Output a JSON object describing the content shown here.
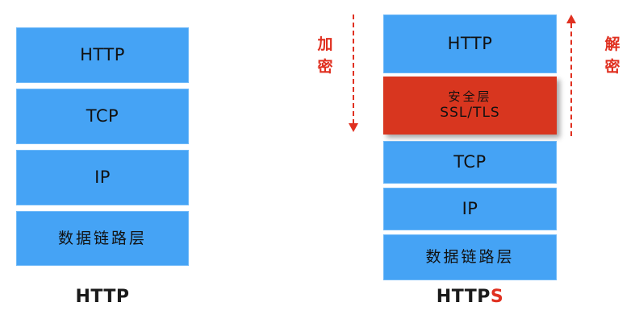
{
  "diagram": {
    "title_alt": "HTTP vs HTTPS protocol stack",
    "colors": {
      "layer_blue": "#45a3f5",
      "layer_blue_border": "#6fb9f8",
      "secure_red": "#d8361f",
      "annotation_red": "#e03020",
      "text_black": "#111111",
      "background": "#ffffff"
    }
  },
  "left_stack": {
    "caption": "HTTP",
    "layers": [
      {
        "name": "http-layer",
        "label": "HTTP",
        "kind": "latin",
        "color": "#45a3f5"
      },
      {
        "name": "tcp-layer",
        "label": "TCP",
        "kind": "latin",
        "color": "#45a3f5"
      },
      {
        "name": "ip-layer",
        "label": "IP",
        "kind": "latin",
        "color": "#45a3f5"
      },
      {
        "name": "data-link-layer",
        "label": "数据链路层",
        "kind": "cjk",
        "color": "#45a3f5"
      }
    ]
  },
  "right_stack": {
    "caption_base": "HTTP",
    "caption_accent": "S",
    "layers": [
      {
        "name": "http-layer",
        "label": "HTTP",
        "kind": "latin",
        "color": "#45a3f5"
      },
      {
        "name": "security-layer",
        "label_cjk": "安全层",
        "label_latin": "SSL/TLS",
        "kind": "secure",
        "color": "#d8361f"
      },
      {
        "name": "tcp-layer",
        "label": "TCP",
        "kind": "latin",
        "color": "#45a3f5"
      },
      {
        "name": "ip-layer",
        "label": "IP",
        "kind": "latin",
        "color": "#45a3f5"
      },
      {
        "name": "data-link-layer",
        "label": "数据链路层",
        "kind": "cjk",
        "color": "#45a3f5"
      }
    ]
  },
  "annotations": {
    "encrypt": {
      "label_chars": [
        "加",
        "密"
      ],
      "direction": "down",
      "color": "#e03020"
    },
    "decrypt": {
      "label_chars": [
        "解",
        "密"
      ],
      "direction": "up",
      "color": "#e03020"
    }
  }
}
